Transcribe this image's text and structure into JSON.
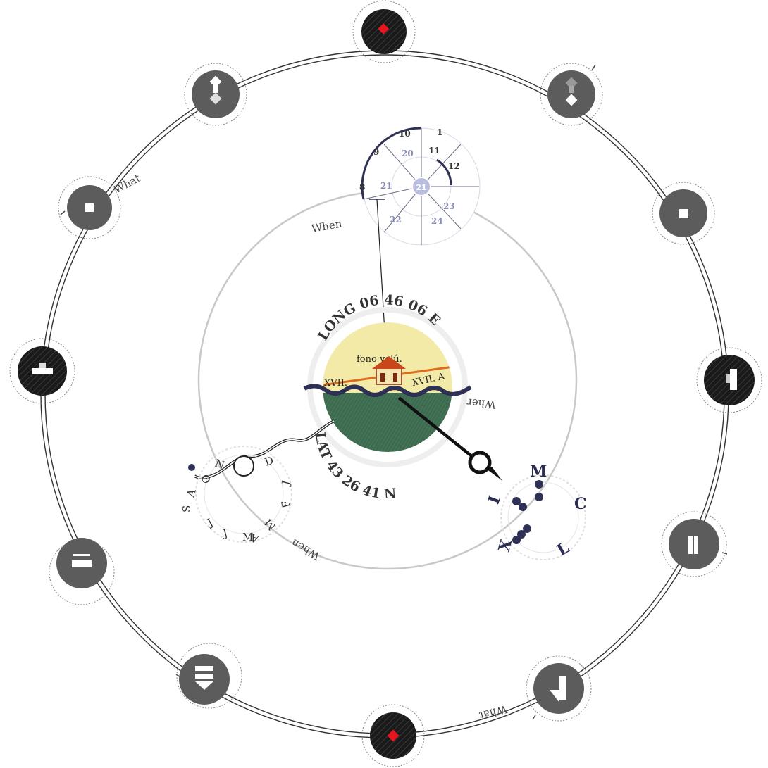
{
  "labels": {
    "what_left": "What",
    "what_bottom": "What",
    "when_top": "When",
    "when_bottom": "When",
    "where": "Where"
  },
  "coordinates": {
    "longitude": "LONG 06 46 06 E",
    "latitude": "LAT 43 26 41 N"
  },
  "map": {
    "upper_text": "fono volú.",
    "left_text": "XVII.",
    "right_text": "XVII. A"
  },
  "roman_numerals": {
    "m": "M",
    "c": "C",
    "l": "L",
    "x": "X",
    "i": "I"
  },
  "months": [
    "S",
    "A",
    "J",
    "J",
    "M",
    "A",
    "M",
    "F",
    "J",
    "D",
    "N",
    "O"
  ],
  "clock_dial": {
    "inner_numbers": [
      "8",
      "9",
      "10",
      "1",
      "11",
      "12"
    ],
    "faint_numbers": [
      "20",
      "21",
      "22",
      "23",
      "24"
    ],
    "center": "21"
  },
  "nav_nodes": [
    {
      "name": "top-node",
      "style": "dark",
      "icon": "red-diamond-icon"
    },
    {
      "name": "top-right-node",
      "style": "gray",
      "icon": "stacked-diamonds-icon"
    },
    {
      "name": "right-upper-node",
      "style": "gray",
      "icon": "small-square-icon"
    },
    {
      "name": "right-node",
      "style": "dark",
      "icon": "half-bar-icon"
    },
    {
      "name": "right-lower-node",
      "style": "gray",
      "icon": "vertical-bars-icon"
    },
    {
      "name": "bottom-right-node",
      "style": "gray",
      "icon": "arrow-bar-icon"
    },
    {
      "name": "bottom-node",
      "style": "dark",
      "icon": "red-diamond-icon"
    },
    {
      "name": "bottom-left-node",
      "style": "gray",
      "icon": "bars-arrow-down-icon"
    },
    {
      "name": "left-lower-node",
      "style": "gray",
      "icon": "dots-bar-icon"
    },
    {
      "name": "left-node",
      "style": "dark",
      "icon": "step-bar-icon"
    },
    {
      "name": "left-upper-node",
      "style": "gray",
      "icon": "small-square-icon"
    },
    {
      "name": "top-left-node",
      "style": "gray",
      "icon": "stacked-diamonds-icon"
    }
  ],
  "colors": {
    "dark_node": "#1a1a1a",
    "gray_node": "#5c5c5c",
    "accent_red": "#e8141e",
    "navy": "#2e3155",
    "sand": "#f2eaa6",
    "grass": "#3d6b4f",
    "route_orange": "#e06a1c"
  }
}
